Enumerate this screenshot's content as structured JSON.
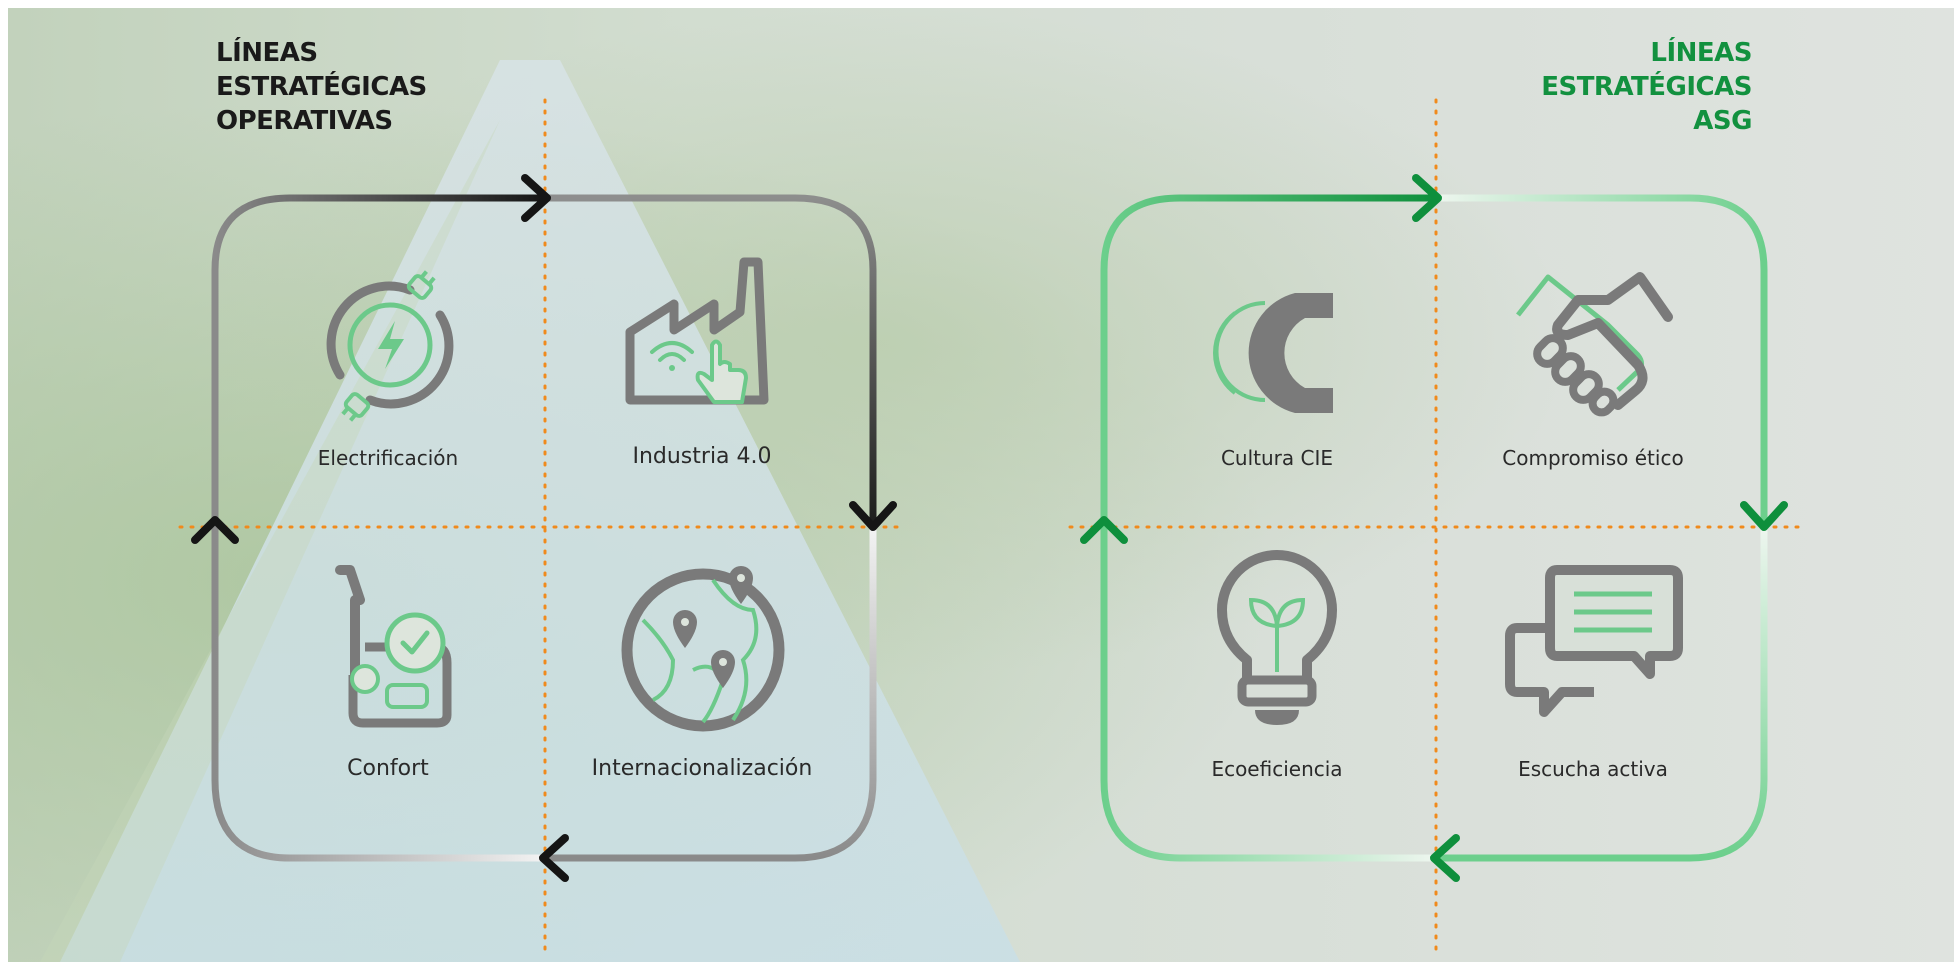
{
  "left": {
    "title": [
      "LÍNEAS",
      "ESTRATÉGICAS",
      "OPERATIVAS"
    ],
    "title_color": "#1a1a1a",
    "items": [
      {
        "label": "Electrificación",
        "icon": "electrification-plug-icon"
      },
      {
        "label": "Industria 4.0",
        "icon": "factory-touch-icon"
      },
      {
        "label": "Confort",
        "icon": "car-seat-check-icon"
      },
      {
        "label": "Internacionalización",
        "icon": "globe-pins-icon"
      }
    ]
  },
  "right": {
    "title": [
      "LÍNEAS",
      "ESTRATÉGICAS",
      "ASG"
    ],
    "title_color": "#12913f",
    "items": [
      {
        "label": "Cultura CIE",
        "icon": "cie-logo-icon"
      },
      {
        "label": "Compromiso ético",
        "icon": "handshake-icon"
      },
      {
        "label": "Ecoeficiencia",
        "icon": "lightbulb-leaf-icon"
      },
      {
        "label": "Escucha activa",
        "icon": "chat-bubbles-icon"
      }
    ]
  },
  "colors": {
    "icon_gray": "#7a7a7a",
    "icon_green": "#6cc98a",
    "divider_orange": "#f08a1c",
    "cycle_dark": "#151515",
    "cycle_green": "#0e8f3c"
  }
}
